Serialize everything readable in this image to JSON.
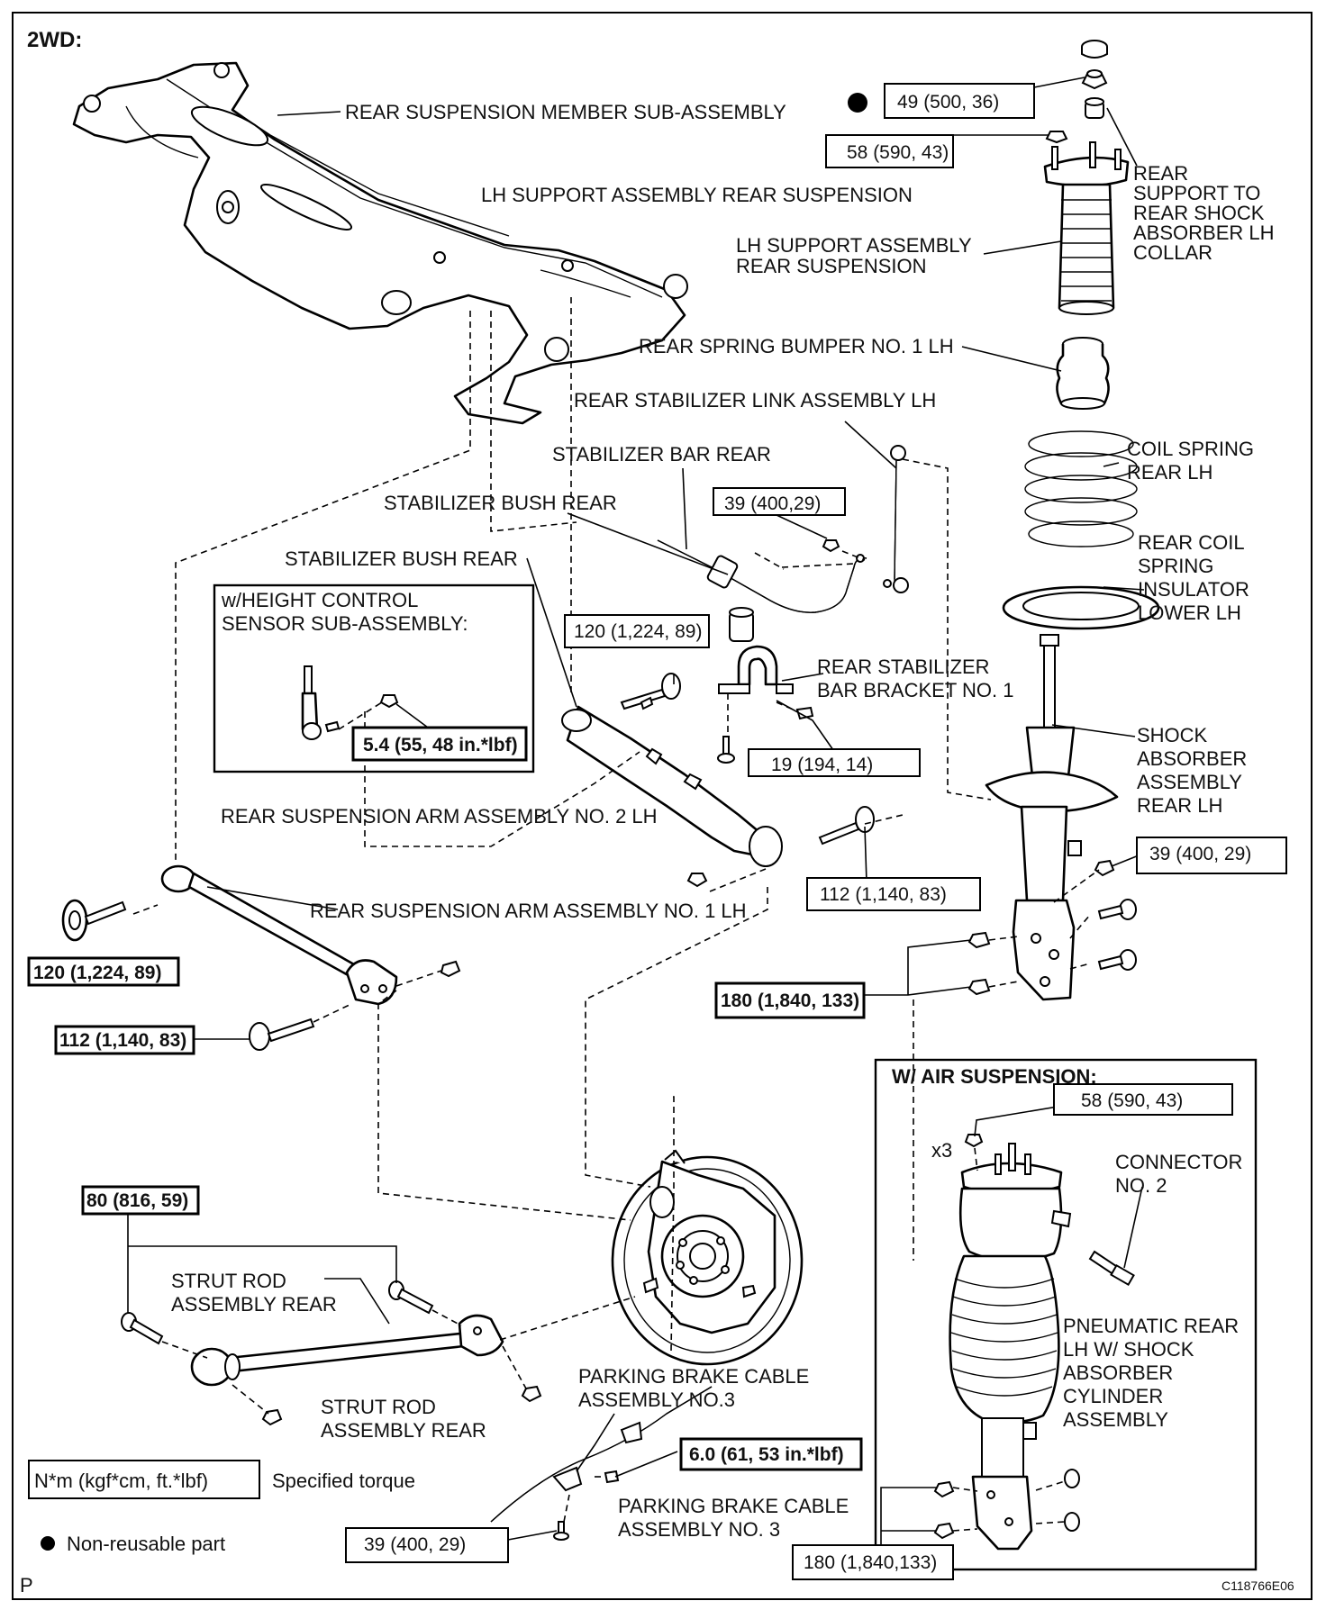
{
  "header": {
    "model": "2WD:"
  },
  "labels": {
    "rear_suspension_member": "REAR SUSPENSION MEMBER SUB-ASSEMBLY",
    "lh_support_top": "LH SUPPORT ASSEMBLY REAR SUSPENSION",
    "lh_support_mid_l1": "LH SUPPORT ASSEMBLY",
    "lh_support_mid_l2": "REAR SUSPENSION",
    "rear_support_collar_l1": "REAR",
    "rear_support_collar_l2": "SUPPORT TO",
    "rear_support_collar_l3": "REAR SHOCK",
    "rear_support_collar_l4": "ABSORBER LH",
    "rear_support_collar_l5": "COLLAR",
    "rear_spring_bumper": "REAR SPRING BUMPER NO. 1 LH",
    "rear_stabilizer_link": "REAR STABILIZER LINK ASSEMBLY LH",
    "stabilizer_bar_rear": "STABILIZER BAR REAR",
    "stabilizer_bush_rear_1": "STABILIZER BUSH REAR",
    "stabilizer_bush_rear_2": "STABILIZER BUSH REAR",
    "coil_spring_l1": "COIL SPRING",
    "coil_spring_l2": "REAR LH",
    "coil_insulator_l1": "REAR COIL",
    "coil_insulator_l2": "SPRING",
    "coil_insulator_l3": "INSULATOR",
    "coil_insulator_l4": "LOWER LH",
    "height_control_l1": "w/HEIGHT CONTROL",
    "height_control_l2": "SENSOR SUB-ASSEMBLY:",
    "stab_bracket_l1": "REAR STABILIZER",
    "stab_bracket_l2": "BAR BRACKET NO. 1",
    "shock_absorber_l1": "SHOCK",
    "shock_absorber_l2": "ABSORBER",
    "shock_absorber_l3": "ASSEMBLY",
    "shock_absorber_l4": "REAR LH",
    "arm_no2": "REAR SUSPENSION ARM ASSEMBLY NO. 2 LH",
    "arm_no1": "REAR SUSPENSION ARM ASSEMBLY NO. 1 LH",
    "air_suspension": "W/ AIR SUSPENSION:",
    "x3": "x3",
    "connector_l1": "CONNECTOR",
    "connector_l2": "NO. 2",
    "pneumatic_l1": "PNEUMATIC REAR",
    "pneumatic_l2": "LH W/ SHOCK",
    "pneumatic_l3": "ABSORBER",
    "pneumatic_l4": "CYLINDER",
    "pneumatic_l5": "ASSEMBLY",
    "strut_rod_1_l1": "STRUT ROD",
    "strut_rod_1_l2": "ASSEMBLY REAR",
    "strut_rod_2_l1": "STRUT ROD",
    "strut_rod_2_l2": "ASSEMBLY REAR",
    "parking_cable_1_l1": "PARKING BRAKE CABLE",
    "parking_cable_1_l2": "ASSEMBLY NO.3",
    "parking_cable_2_l1": "PARKING BRAKE CABLE",
    "parking_cable_2_l2": "ASSEMBLY NO. 3"
  },
  "torques": {
    "t_49": "49 (500, 36)",
    "t_58_top": "58 (590, 43)",
    "t_39_link": "39 (400,29)",
    "t_120_mid": "120 (1,224, 89)",
    "t_5_4": "5.4 (55, 48 in.*lbf)",
    "t_19": "19 (194, 14)",
    "t_39_shock": "39 (400, 29)",
    "t_112_mid": "112 (1,140, 83)",
    "t_120_left": "120 (1,224, 89)",
    "t_180": "180 (1,840, 133)",
    "t_112_left": "112 (1,140, 83)",
    "t_58_air": "58 (590, 43)",
    "t_80": "80 (816, 59)",
    "t_6_0": "6.0 (61, 53 in.*lbf)",
    "t_39_bottom": "39 (400, 29)",
    "t_180_air": "180 (1,840,133)"
  },
  "legend": {
    "torque_unit": "N*m (kgf*cm, ft.*lbf)",
    "torque_desc": "Specified torque",
    "nonreusable": "Non-reusable part"
  },
  "footer": {
    "page_letter": "P",
    "figure_code": "C118766E06"
  }
}
